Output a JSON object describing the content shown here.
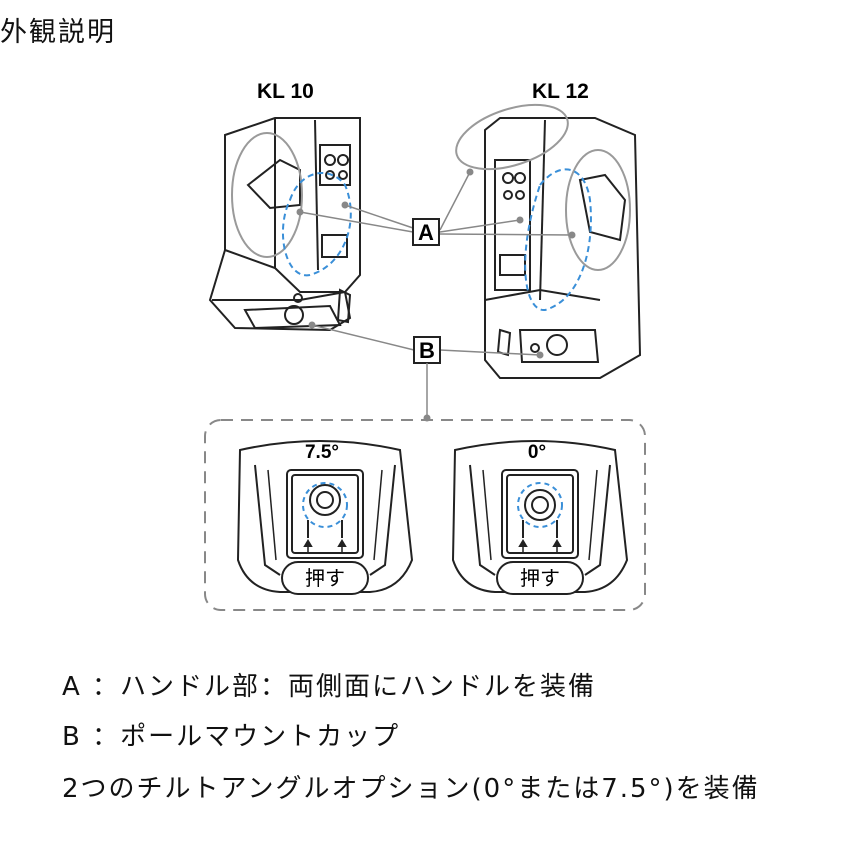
{
  "page": {
    "title": "外観説明"
  },
  "figure": {
    "models": {
      "left": "KL 10",
      "right": "KL 12"
    },
    "callouts": {
      "a": "A",
      "b": "B"
    },
    "detail": {
      "left_angle": "7.5°",
      "right_angle": "0°",
      "push_label": "押す"
    }
  },
  "descriptions": [
    "A ：ハンドル部：両側面にハンドルを装備",
    "B ：ポールマウントカップ",
    "2つのチルトアングルオプション(0°または7.5°)を装備"
  ],
  "colors": {
    "line": "#222222",
    "accent": "#3a8fd8",
    "gray": "#9a9a9a",
    "dashed": "#888888"
  },
  "icons": [
    "speaker-kl10",
    "speaker-kl12",
    "pole-cup-bottom-view"
  ]
}
